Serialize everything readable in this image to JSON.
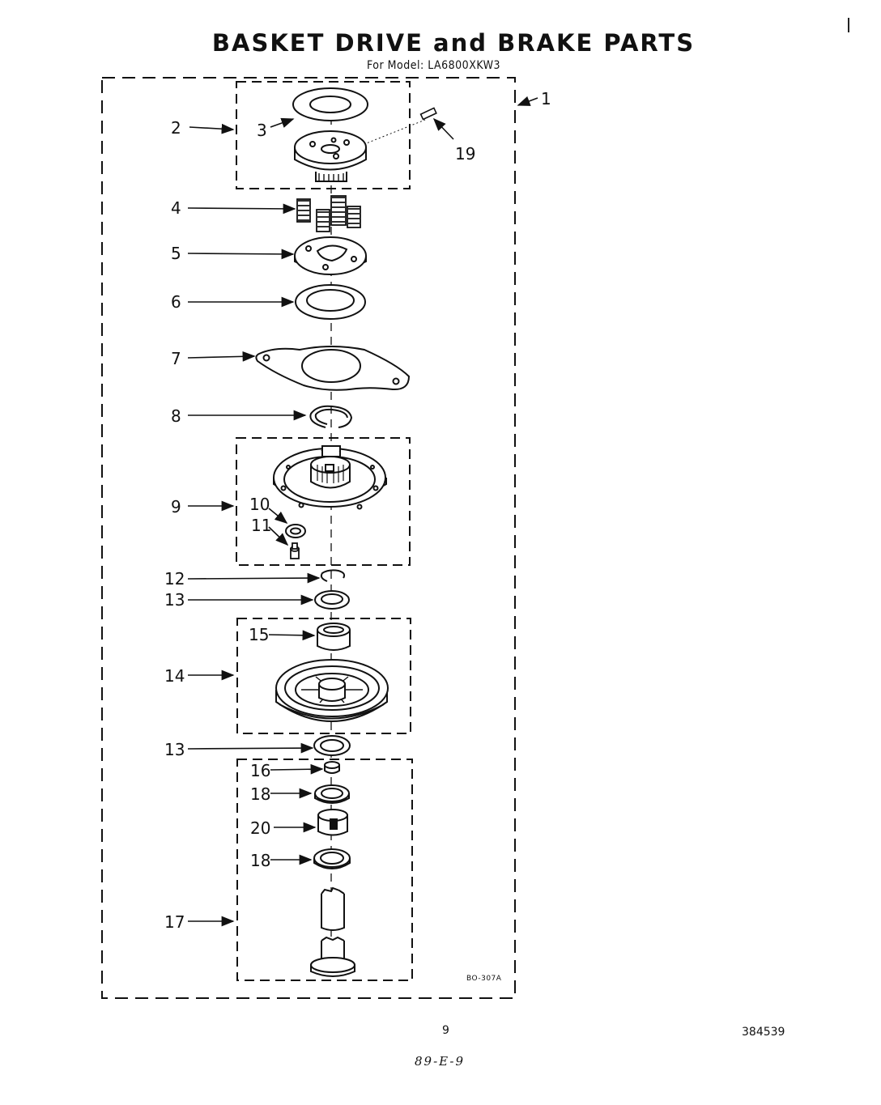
{
  "header": {
    "title": "BASKET DRIVE and BRAKE PARTS",
    "model": "For Model: LA6800XKW3"
  },
  "callouts": {
    "c1": "1",
    "c2": "2",
    "c3": "3",
    "c4": "4",
    "c5": "5",
    "c6": "6",
    "c7": "7",
    "c8": "8",
    "c9": "9",
    "c10": "10",
    "c11": "11",
    "c12": "12",
    "c13a": "13",
    "c13b": "13",
    "c14": "14",
    "c15": "15",
    "c16": "16",
    "c17": "17",
    "c18a": "18",
    "c18b": "18",
    "c19": "19",
    "c20": "20"
  },
  "diagram_code": "BO-307A",
  "footer": {
    "page": "9",
    "doc_number": "384539",
    "handwritten": "89-E-9"
  }
}
